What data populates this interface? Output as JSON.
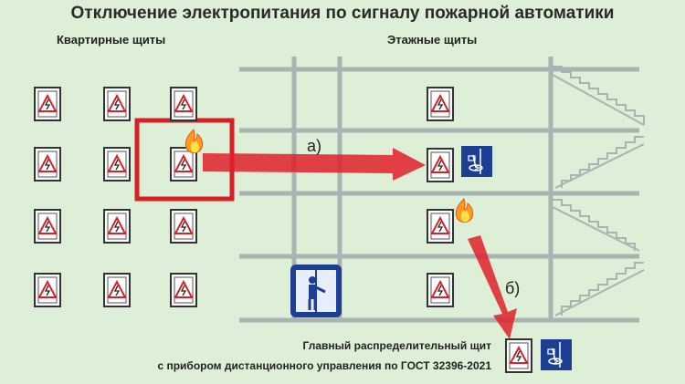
{
  "title": "Отключение электропитания по сигналу пожарной автоматики",
  "headings": {
    "apartment_panels": "Квартирные щиты",
    "floor_panels": "Этажные щиты"
  },
  "arrow_labels": {
    "a": "а)",
    "b": "б)"
  },
  "main_panel": {
    "line1": "Главный распределительный щит",
    "line2": "с прибором дистанционного управления по ГОСТ 32396-2021"
  },
  "colors": {
    "background": "#ddefd6",
    "building_lines": "#a9b3b2",
    "highlight": "#d61f26",
    "arrow": "#e0202a",
    "device_blue": "#1c3f94",
    "hazard_red": "#d4232b"
  },
  "icons": {
    "panel": "electrical-panel-icon",
    "fire": "fire-icon",
    "remote_switch": "remote-disconnect-icon",
    "elevator": "elevator-icon"
  }
}
